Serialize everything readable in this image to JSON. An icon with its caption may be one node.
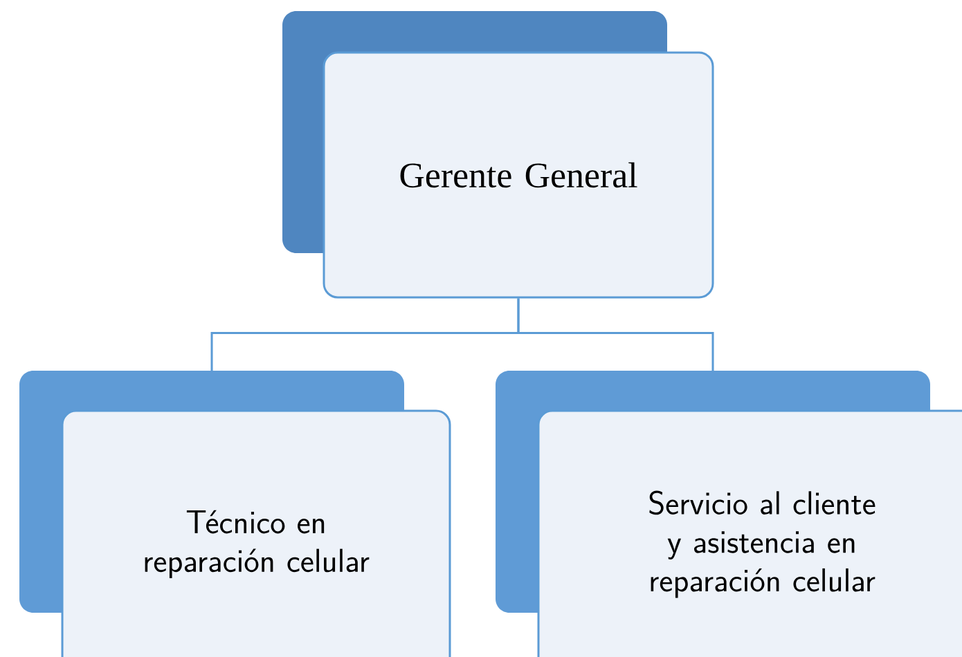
{
  "diagram": {
    "nodes": [
      {
        "text": [
          "Gerente General"
        ]
      },
      {
        "text": [
          "Técnico en reparación celular"
        ]
      },
      {
        "text": [
          "Servicio al cliente y asistencia en reparación celular"
        ]
      }
    ],
    "edges": [
      {
        "from": 0,
        "to": 1,
        "arrow": "none"
      },
      {
        "from": 0,
        "to": 2,
        "arrow": "none"
      }
    ]
  }
}
